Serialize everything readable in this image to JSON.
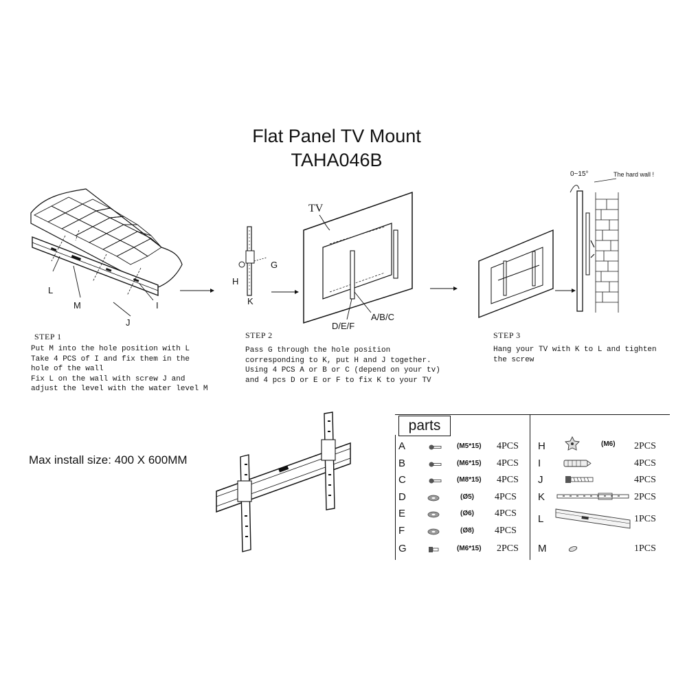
{
  "document": {
    "title_line1": "Flat Panel TV Mount",
    "title_line2": "TAHA046B",
    "max_install": "Max install size:  400 X 600MM"
  },
  "step1": {
    "heading": "STEP 1",
    "lines": [
      "Put M into the hole position with L",
      "Take 4 PCS of I and fix them in the",
      "hole of the wall",
      "Fix L on the wall with screw J and",
      "adjust the level with the water level M"
    ],
    "labels": {
      "L": "L",
      "M": "M",
      "I": "I",
      "J": "J"
    }
  },
  "step2": {
    "heading": "STEP 2",
    "lines": [
      "Pass G through the hole position",
      "corresponding to K, put H and J together.",
      "Using 4 PCS A or B or C (depend on your tv)",
      "and 4 pcs D or E or F to fix K to your TV"
    ],
    "labels": {
      "H": "H",
      "G": "G",
      "K": "K",
      "TV": "TV",
      "DEF": "D/E/F",
      "ABC": "A/B/C"
    }
  },
  "step3": {
    "heading": "STEP 3",
    "lines": [
      "Hang your TV with K to L and tighten",
      "the screw"
    ],
    "labels": {
      "angle": "0~15°",
      "wall": "The hard wall !"
    }
  },
  "parts": {
    "title": "parts",
    "left": [
      {
        "letter": "A",
        "size": "(M5*15)",
        "qty": "4PCS"
      },
      {
        "letter": "B",
        "size": "(M6*15)",
        "qty": "4PCS"
      },
      {
        "letter": "C",
        "size": "(M8*15)",
        "qty": "4PCS"
      },
      {
        "letter": "D",
        "size": "(Ø5)",
        "qty": "4PCS"
      },
      {
        "letter": "E",
        "size": "(Ø6)",
        "qty": "4PCS"
      },
      {
        "letter": "F",
        "size": "(Ø8)",
        "qty": "4PCS"
      },
      {
        "letter": "G",
        "size": "(M6*15)",
        "qty": "2PCS"
      }
    ],
    "right": [
      {
        "letter": "H",
        "size": "(M6)",
        "qty": "2PCS"
      },
      {
        "letter": "I",
        "size": "",
        "qty": "4PCS"
      },
      {
        "letter": "J",
        "size": "",
        "qty": "4PCS"
      },
      {
        "letter": "K",
        "size": "",
        "qty": "2PCS"
      },
      {
        "letter": "L",
        "size": "",
        "qty": "1PCS"
      },
      {
        "letter": "M",
        "size": "",
        "qty": "1PCS"
      }
    ]
  }
}
